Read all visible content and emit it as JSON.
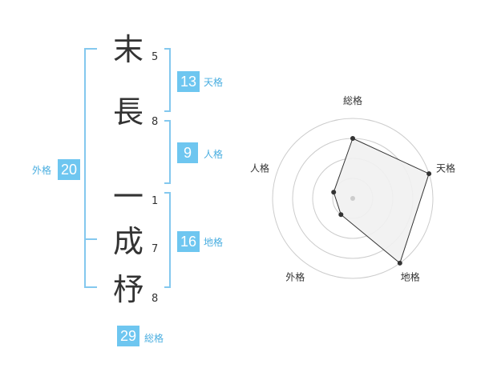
{
  "name": {
    "characters": [
      {
        "char": "末",
        "strokes": "5"
      },
      {
        "char": "長",
        "strokes": "8"
      },
      {
        "char": "一",
        "strokes": "1"
      },
      {
        "char": "成",
        "strokes": "7"
      },
      {
        "char": "杼",
        "strokes": "8"
      }
    ]
  },
  "fortunes": {
    "tenkaku": {
      "label": "天格",
      "value": "13"
    },
    "jinkaku": {
      "label": "人格",
      "value": "9"
    },
    "chikaku": {
      "label": "地格",
      "value": "16"
    },
    "gaikaku": {
      "label": "外格",
      "value": "20"
    },
    "soukaku": {
      "label": "総格",
      "value": "29"
    }
  },
  "chart_data": {
    "type": "radar",
    "axes": [
      "総格",
      "天格",
      "地格",
      "外格",
      "人格"
    ],
    "values": [
      3,
      4,
      4,
      1,
      1
    ],
    "range": [
      0,
      4
    ],
    "rings": 4,
    "fill_color": "#f1f1f1",
    "line_color": "#333333",
    "grid_color": "#cccccc"
  },
  "colors": {
    "accent": "#6ec6f0",
    "label_text": "#4aaee0",
    "bracket": "#84c8ee"
  }
}
